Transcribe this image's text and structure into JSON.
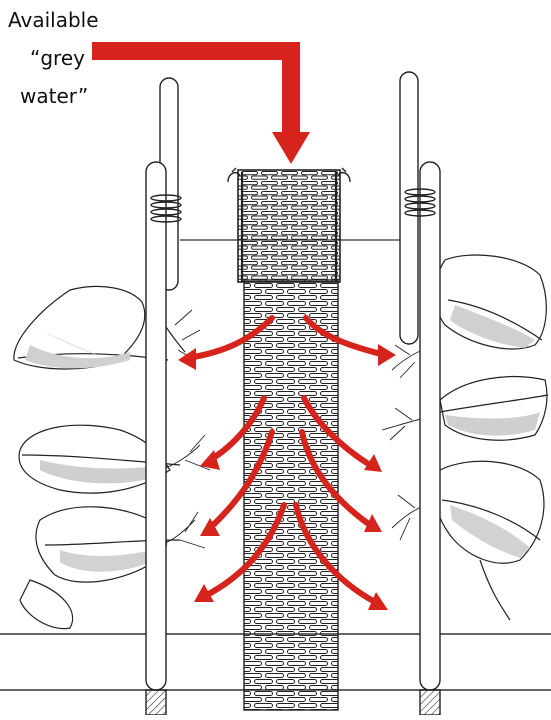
{
  "label": {
    "line1": "Available",
    "line2": "“grey",
    "line3": "water”"
  },
  "colors": {
    "arrow": "#d6241c",
    "ink": "#222222",
    "leaf_shade": "#cfcfcf",
    "background": "#ffffff"
  },
  "icons": {
    "arrow": "red-flow-arrow",
    "plant": "leafy-plant-icon",
    "pole": "vertical-support-pole"
  }
}
